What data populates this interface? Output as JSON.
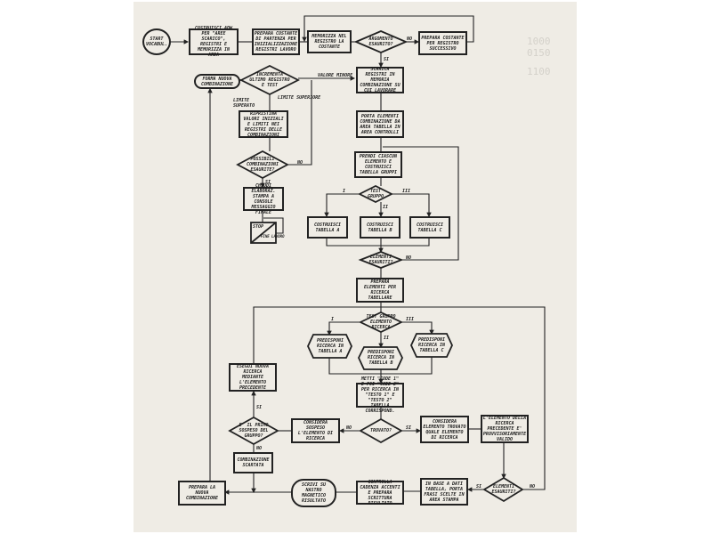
{
  "nodes": {
    "start": "Start Vocabul.",
    "b1": "Costruisci ADW per \"aree scarico\", registri e memorizza in area",
    "b2": "Prepara costante di partenza per inizializzazione registri lavoro",
    "b3": "Memorizza nel registro la costante",
    "d1": "Argomento esaurito?",
    "b4": "Prepara costante per registro successivo",
    "forma": "Forma nuova combinazione",
    "d2": "Incrementa ultimo registro e test",
    "ripristina": "Ripristina valori iniziali e limiti nei registri delle combinazioni",
    "d3": "Possibili combinazioni esaurite?",
    "chiudi": "Chiudi elaboraz. stampa a console messaggio finale",
    "stop1": "Stop",
    "stop2": "Fine lavoro",
    "scarica": "Scarica registri in memoria combinazione su cui lavorare",
    "porta": "Porta elementi combinazione da area tabella in area controlli",
    "prendi": "Prendi ciascun elemento e costruisci tabella gruppi",
    "test_gruppo": "Test gruppo",
    "tab_a": "Costruisci tabella A",
    "tab_b": "Costruisci tabella B",
    "tab_c": "Costruisci tabella C",
    "elem_esauriti1": "Elementi esauriti?",
    "prepara_el": "Prepara elementi per ricerca tabellare",
    "test_el": "Test gruppo elemento ricerca",
    "pred_a": "Predisponi ricerca in tabella A",
    "pred_b": "Predisponi ricerca in tabella B",
    "pred_c": "Predisponi ricerca in tabella C",
    "metti": "Metti \"code 1\" e poi \"code 2\" per ricerca in \"testo 1\" e \"testo 2\" tabella corrispond.",
    "trovato": "Trovato?",
    "sospeso": "Considera sospeso l'elemento di ricerca",
    "primo": "E' il primo sospeso del gruppo?",
    "esegui": "Esegui nuova ricerca mediante l'elemento precedente",
    "scartata": "Combinazione scartata",
    "prepara_nuova": "Prepara la nuova combinazione",
    "scrivi": "Scrivi su nastro magnetico risultato",
    "controlla": "Controlla cadenza accenti e prepara scrittura risultato",
    "in_base": "In base a dati tabella, porta frasi scelte in area stampa",
    "elem_esauriti2": "Elementi esauriti?",
    "considera_trovato": "Considera elemento trovato quale elemento di ricerca",
    "provv": "L'elemento della ricerca precedente e' provvisoriamente valido"
  },
  "labels": {
    "si": "SI",
    "no": "NO",
    "valore_minore": "Valore minore",
    "limite_superiore": "Limite superiore",
    "limite_superato": "Limite superato",
    "i": "I",
    "ii": "II",
    "iii": "III"
  },
  "ghost_text": [
    "1000",
    "0150",
    "1100"
  ]
}
